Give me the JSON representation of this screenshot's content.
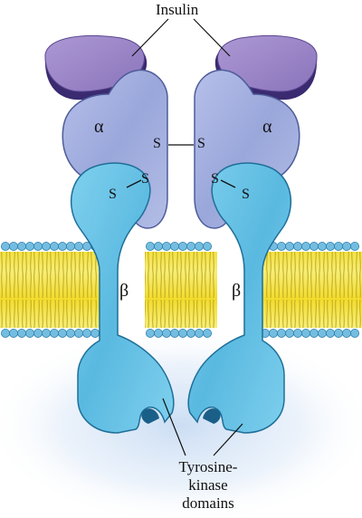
{
  "labels": {
    "insulin": "Insulin",
    "alpha_left": "α",
    "alpha_right": "α",
    "beta_left": "β",
    "beta_right": "β",
    "disulfide": {
      "s_mid_left": "S",
      "s_mid_right": "S",
      "s_left_upper": "S",
      "s_left_lower": "S",
      "s_right_upper": "S",
      "s_right_lower": "S"
    },
    "tyrosine_kinase": [
      "Tyrosine-",
      "kinase",
      "domains"
    ]
  },
  "colors": {
    "insulin_fill": "#9c86c6",
    "insulin_dark": "#3a2a70",
    "alpha_fill": "#a7b3e0",
    "alpha_edge": "#4e5c9a",
    "beta_fill": "#69c2e4",
    "beta_edge": "#1e6f98",
    "lipid_head": "#74bde0",
    "lipid_tail": "#f5e64c",
    "glow": "#d6e6f7"
  }
}
